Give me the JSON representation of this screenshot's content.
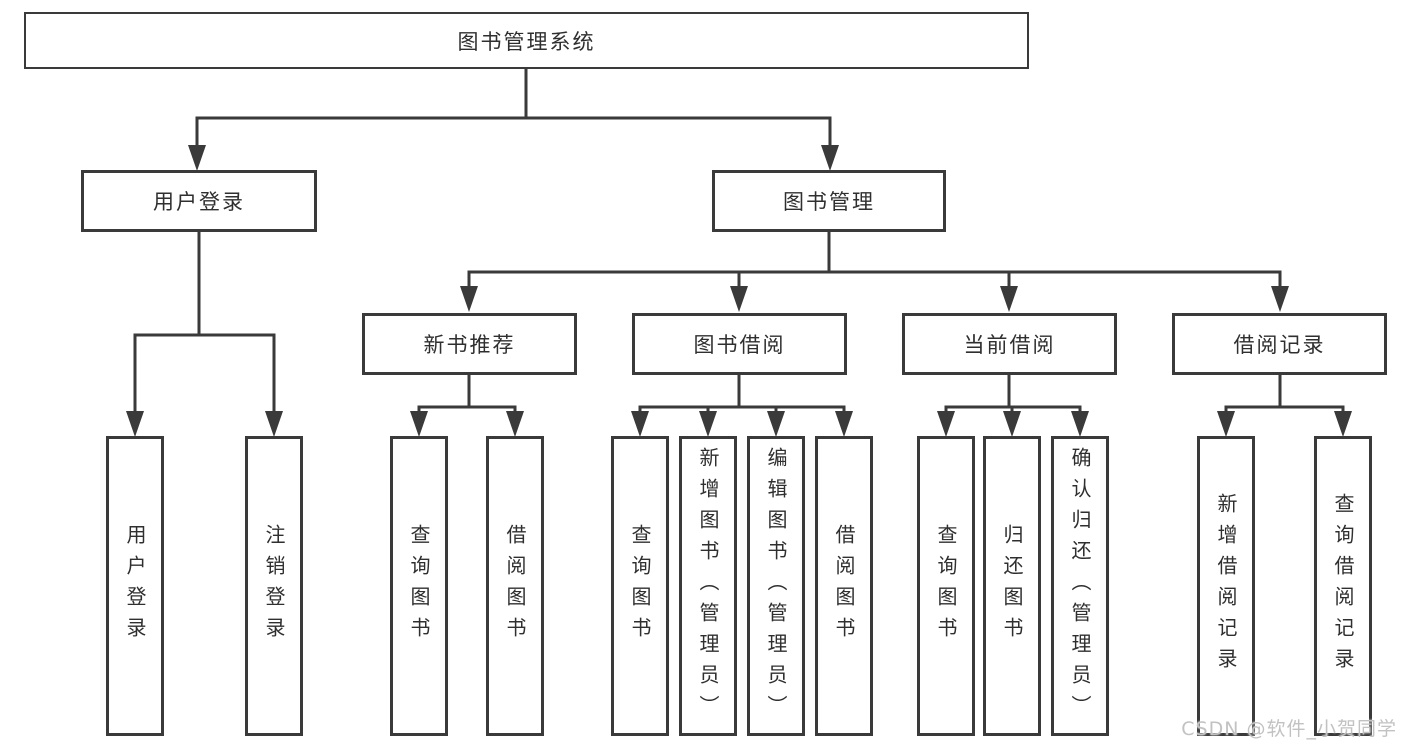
{
  "nodes": {
    "root": "图书管理系统",
    "level2": [
      "用户登录",
      "图书管理"
    ],
    "level3": [
      "新书推荐",
      "图书借阅",
      "当前借阅",
      "借阅记录"
    ],
    "leaves": {
      "login": [
        "用户登录",
        "注销登录"
      ],
      "recommend": [
        "查询图书",
        "借阅图书"
      ],
      "borrow": [
        "查询图书",
        "新增图书（管理员）",
        "编辑图书（管理员）",
        "借阅图书"
      ],
      "current": [
        "查询图书",
        "归还图书",
        "确认归还（管理员）"
      ],
      "records": [
        "新增借阅记录",
        "查询借阅记录"
      ]
    }
  },
  "watermark": "CSDN @软件_小贺同学",
  "colors": {
    "background": "#ffffff",
    "line": "#3a3a3a",
    "box_border": "#3a3a3a",
    "box_fill": "#ffffff",
    "text": "#2f2f2f",
    "watermark_gray": "#c2c2c2"
  }
}
